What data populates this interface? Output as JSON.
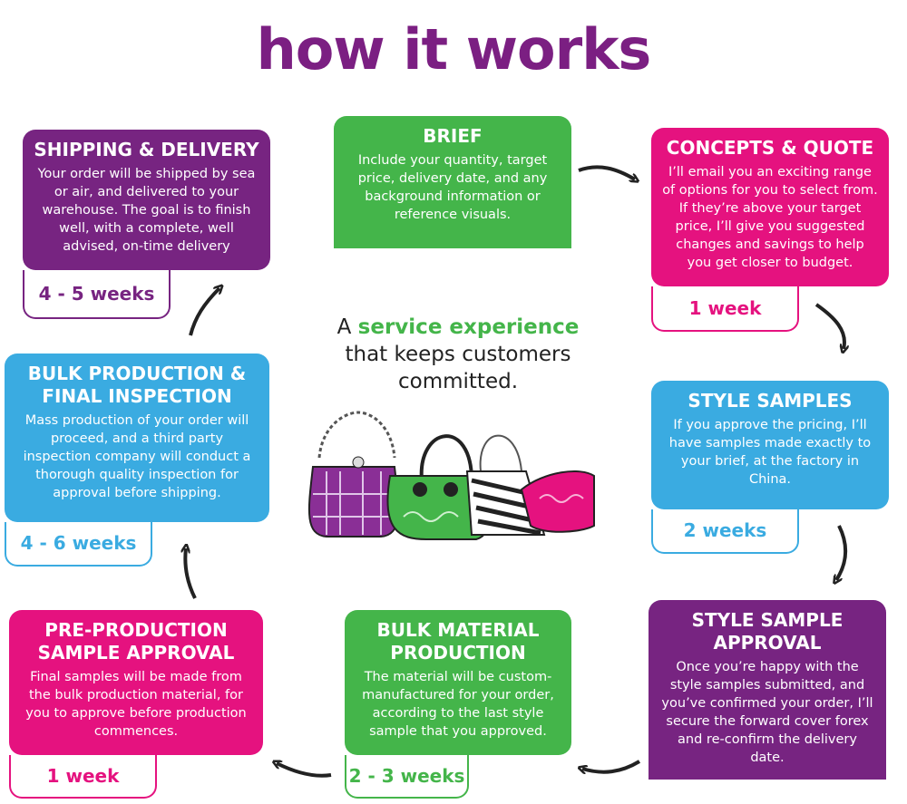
{
  "title": "how it works",
  "tagline": {
    "prefix": "A ",
    "highlight": "service experience",
    "rest": "that keeps customers committed."
  },
  "steps": [
    {
      "heading": "BRIEF",
      "text": "Include your quantity, target price, delivery date, and any background information or reference visuals.",
      "duration": ""
    },
    {
      "heading": "CONCEPTS & QUOTE",
      "text": "I’ll email you an exciting range of options for you to select from. If they’re above your target price, I’ll give you suggested changes and savings to help you get closer to budget.",
      "duration": "1 week"
    },
    {
      "heading": "STYLE SAMPLES",
      "text": "If you approve the pricing, I’ll have samples made exactly to your brief, at the factory in China.",
      "duration": "2 weeks"
    },
    {
      "heading": "STYLE SAMPLE APPROVAL",
      "text": "Once you’re happy with the style samples submitted, and you’ve confirmed your order, I’ll secure the forward cover forex and re-confirm the delivery date.",
      "duration": ""
    },
    {
      "heading": "BULK MATERIAL PRODUCTION",
      "text": "The material will be custom-manufactured for your order, according to the last style sample that you approved.",
      "duration": "2 - 3 weeks"
    },
    {
      "heading": "PRE-PRODUCTION SAMPLE APPROVAL",
      "text": "Final samples will be made from the bulk production material, for you to approve before production commences.",
      "duration": "1 week"
    },
    {
      "heading": "BULK PRODUCTION & FINAL INSPECTION",
      "text": "Mass production of your order will proceed, and a third party inspection company will conduct a thorough quality inspection for approval before shipping.",
      "duration": "4 - 6 weeks"
    },
    {
      "heading": "SHIPPING & DELIVERY",
      "text": "Your order will be shipped by sea or air, and delivered to your warehouse. The goal is to finish well, with a complete, well advised, on-time delivery",
      "duration": "4 - 5 weeks"
    }
  ],
  "colors": {
    "purple": "#772481",
    "pink": "#e5127f",
    "green": "#44b54a",
    "blue": "#3aabe1"
  }
}
